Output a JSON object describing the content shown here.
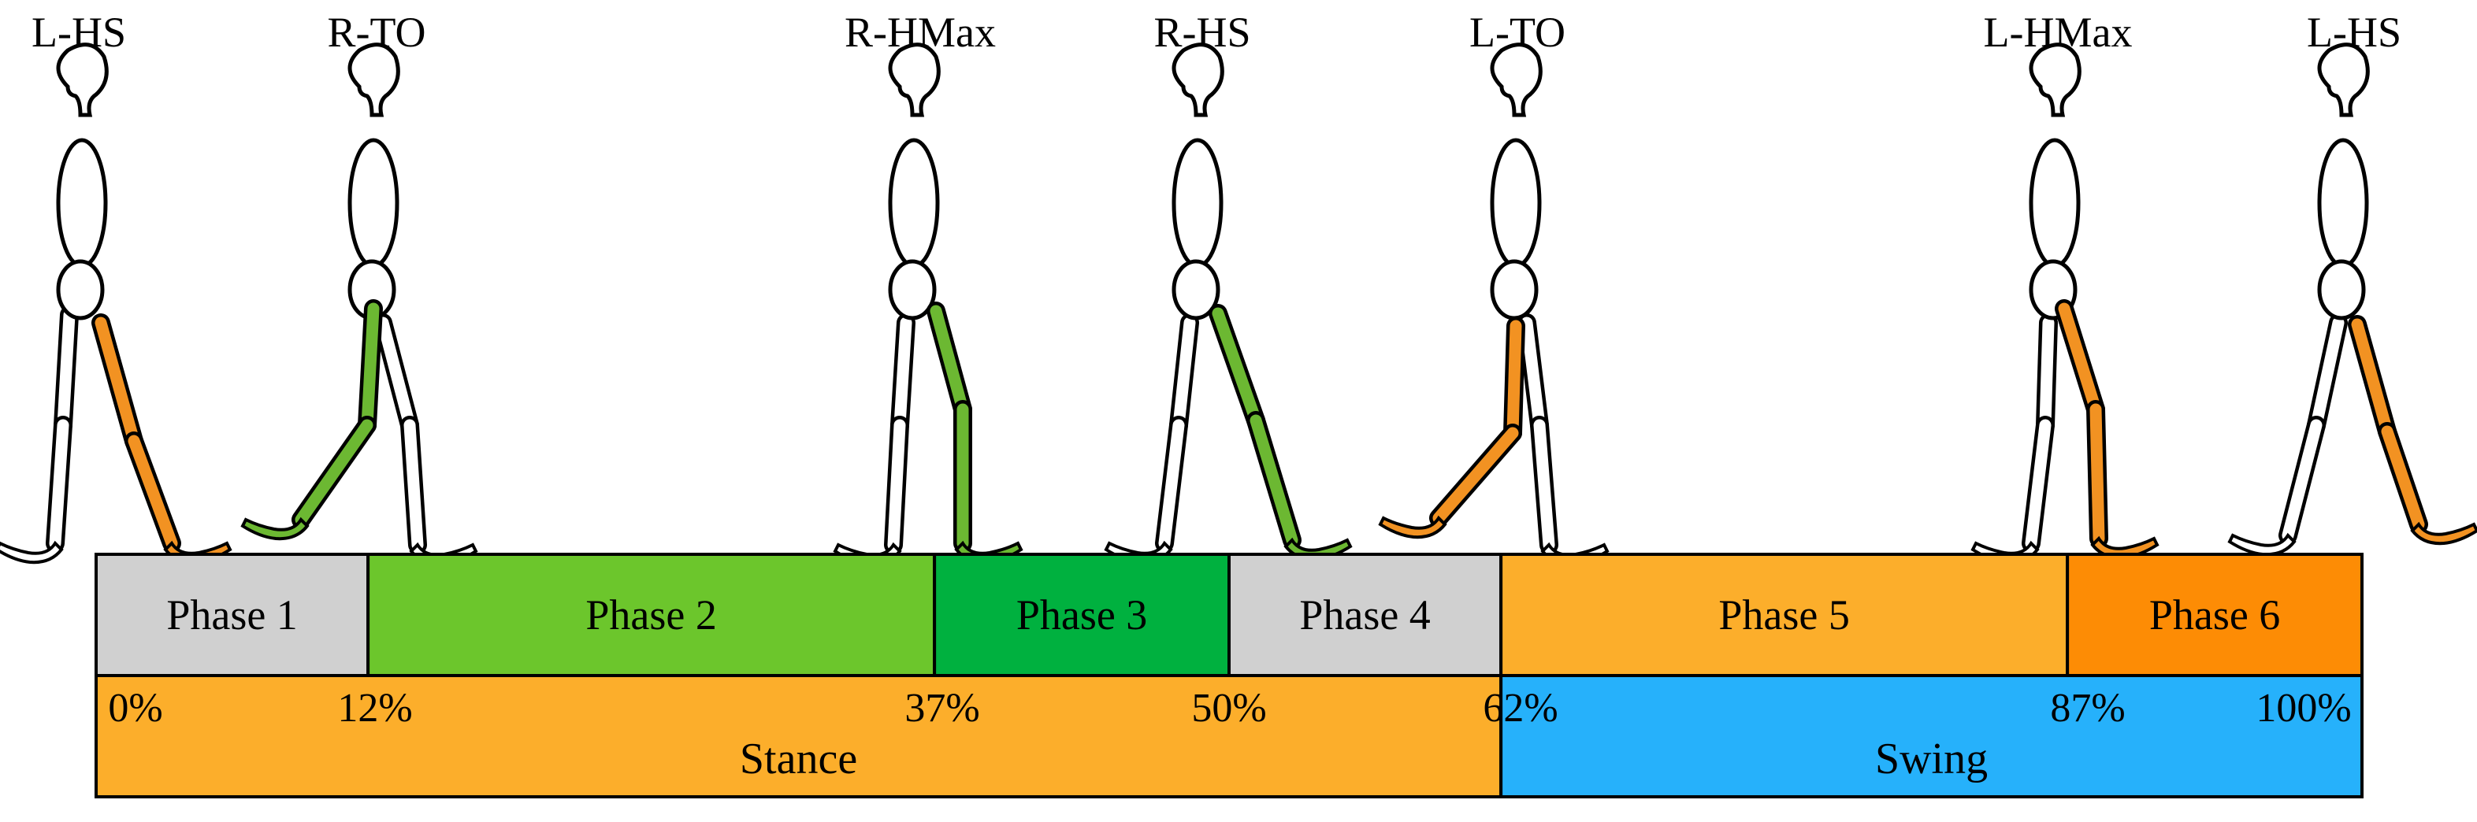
{
  "events": [
    {
      "label": "L-HS"
    },
    {
      "label": "R-TO"
    },
    {
      "label": "R-HMax"
    },
    {
      "label": "R-HS"
    },
    {
      "label": "L-TO"
    },
    {
      "label": "L-HMax"
    },
    {
      "label": "L-HS"
    }
  ],
  "phases": [
    {
      "label": "Phase 1",
      "start": 0,
      "end": 12,
      "color": "#d0d0d0"
    },
    {
      "label": "Phase 2",
      "start": 12,
      "end": 37,
      "color": "#6cc62c"
    },
    {
      "label": "Phase 3",
      "start": 37,
      "end": 50,
      "color": "#00b13f"
    },
    {
      "label": "Phase 4",
      "start": 50,
      "end": 62,
      "color": "#d0d0d0"
    },
    {
      "label": "Phase 5",
      "start": 62,
      "end": 87,
      "color": "#fcae2b"
    },
    {
      "label": "Phase 6",
      "start": 87,
      "end": 100,
      "color": "#fd8c05"
    }
  ],
  "percent_marks": [
    "0%",
    "12%",
    "37%",
    "50%",
    "62%",
    "87%",
    "100%"
  ],
  "periods": [
    {
      "label": "Stance",
      "start": 0,
      "end": 62,
      "color": "#fcae2b"
    },
    {
      "label": "Swing",
      "start": 62,
      "end": 100,
      "color": "#26b1fb"
    }
  ],
  "colors": {
    "left_leg": "#f29222",
    "right_leg": "#6cb832",
    "outline": "#000000",
    "figure_fill": "#ffffff"
  }
}
